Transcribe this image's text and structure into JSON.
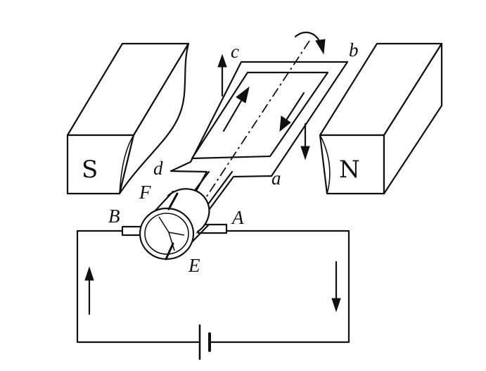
{
  "magnets": {
    "left_pole": "S",
    "right_pole": "N"
  },
  "labels": {
    "a": "a",
    "b": "b",
    "c": "c",
    "d": "d",
    "A": "A",
    "B": "B",
    "E": "E",
    "F": "F"
  }
}
